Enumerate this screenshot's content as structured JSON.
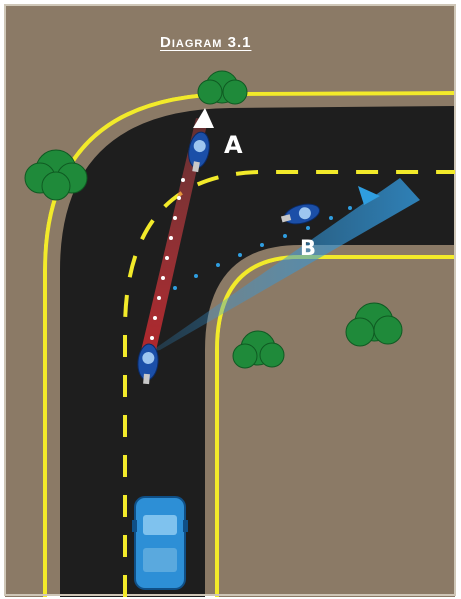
{
  "diagram": {
    "title": "Diagram 3.1",
    "label_a": "A",
    "label_b": "B"
  },
  "colors": {
    "ground": "#8b7a66",
    "road": "#1e1e1e",
    "edge_line": "#f2ea2a",
    "center_dash": "#f2ea2a",
    "path_a": "#c0282e",
    "path_b": "#3399dd",
    "tree": "#1f8a3a",
    "car": "#2d8fd6",
    "motorcycle": "#1b4fa8"
  },
  "icons": {
    "vehicle_a": "motorcycle",
    "vehicle_b": "motorcycle",
    "vehicle_rider": "motorcycle",
    "car": "car",
    "trees": "bush"
  }
}
